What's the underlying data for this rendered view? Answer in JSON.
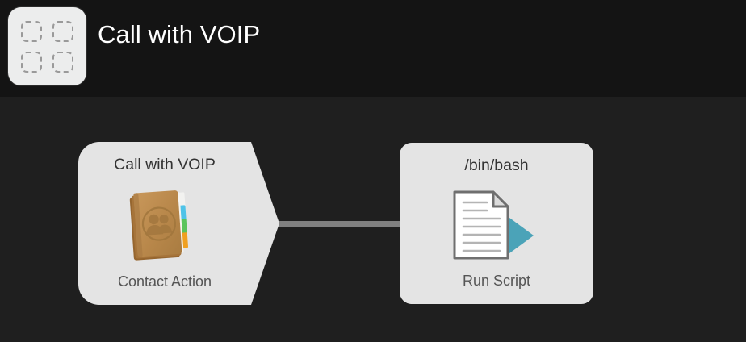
{
  "header": {
    "title": "Call with VOIP",
    "icon": "automator-workflow-icon"
  },
  "canvas": {
    "background_color": "#1f1f1f",
    "connector": {
      "name": "workflow-connector",
      "color": "#808080"
    },
    "nodes": [
      {
        "id": "contact-action",
        "title": "Call with VOIP",
        "subtitle": "Contact Action",
        "icon": "contacts-book-icon",
        "shape": "chevron",
        "fill_color": "#e4e4e4",
        "title_color": "#333333",
        "subtitle_color": "#555555"
      },
      {
        "id": "run-script",
        "title": "/bin/bash",
        "subtitle": "Run Script",
        "icon": "run-script-document-icon",
        "shape": "rounded-rect",
        "fill_color": "#e4e4e4",
        "title_color": "#333333",
        "subtitle_color": "#555555",
        "accent_color": "#4ba3b8"
      }
    ]
  },
  "palette": {
    "header_background": "#141414",
    "canvas_background": "#1f1f1f",
    "node_fill": "#e4e4e4",
    "connector": "#808080",
    "title_text": "#ffffff",
    "book_brown": "#b7874a",
    "tab_blue": "#4fc3e8",
    "tab_green": "#5bc45b",
    "tab_orange": "#f0a020",
    "script_teal": "#4ba3b8"
  }
}
